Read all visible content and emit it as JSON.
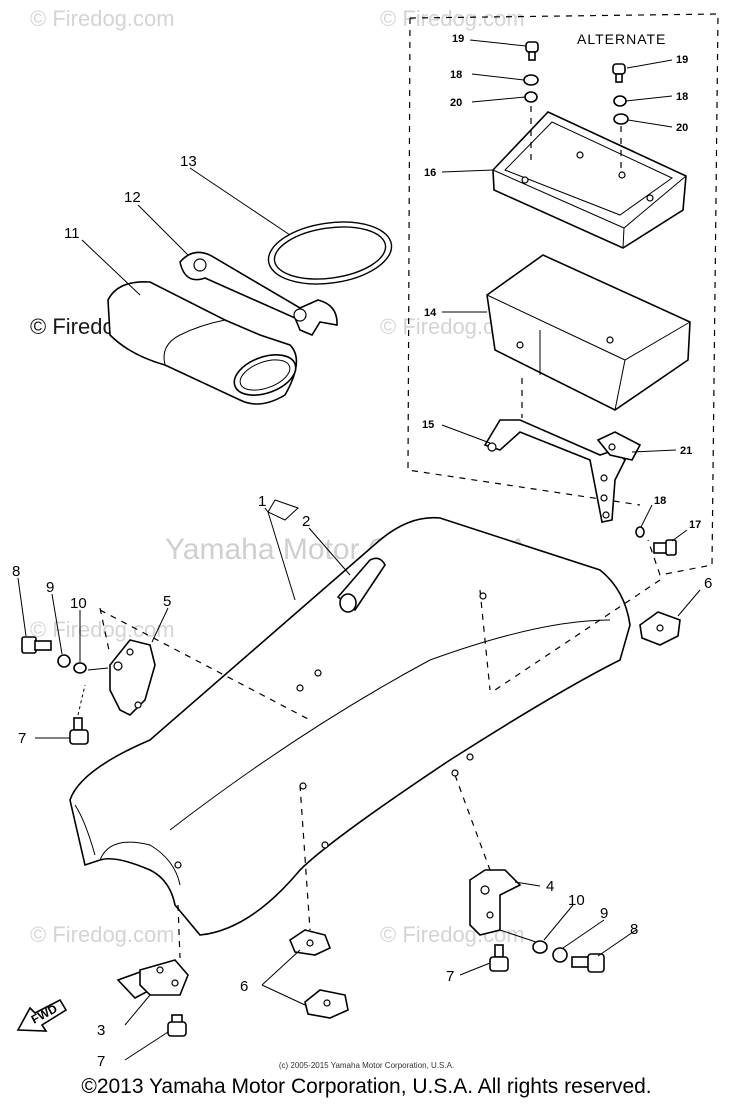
{
  "watermarks": {
    "light": "© Firedog.com",
    "dark": "© Firedog.com",
    "center": "Yamaha Motor Corp, U.S.A."
  },
  "labels": {
    "alternate": "ALTERNATE",
    "fwd": "FWD"
  },
  "callouts": {
    "p1": "1",
    "p2": "2",
    "p3": "3",
    "p4": "4",
    "p5": "5",
    "p6": "6",
    "p7": "7",
    "p8": "8",
    "p9": "9",
    "p10": "10",
    "p11": "11",
    "p12": "12",
    "p13": "13",
    "p14": "14",
    "p15": "15",
    "p16": "16",
    "p17": "17",
    "p18": "18",
    "p19": "19",
    "p20": "20",
    "p21": "21"
  },
  "credits": {
    "small": "(c) 2005-2015 Yamaha Motor Corporation, U.S.A.",
    "footer": "©2013 Yamaha Motor Corporation, U.S.A. All rights reserved."
  }
}
